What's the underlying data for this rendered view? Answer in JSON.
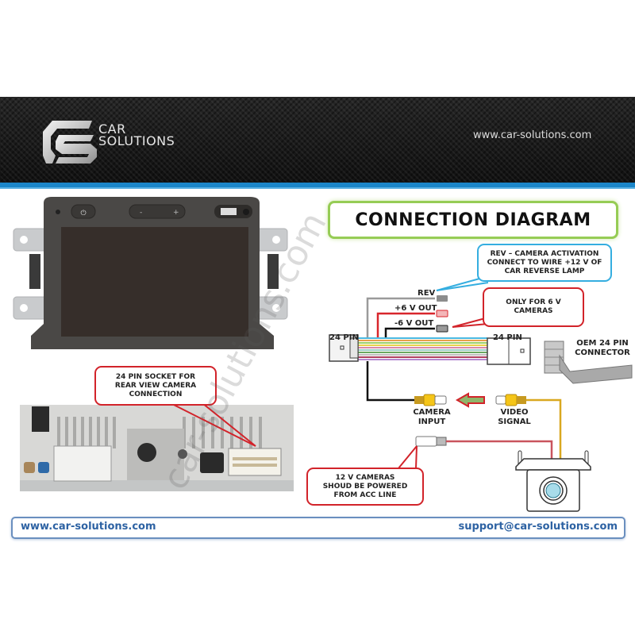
{
  "header": {
    "logo": {
      "line1": "CAR",
      "line2": "SOLUTIONS",
      "mark": "CS"
    },
    "website": "www.car-solutions.com"
  },
  "diagram": {
    "title": "CONNECTION DIAGRAM",
    "callouts": {
      "rev_note": [
        "REV – CAMERA ACTIVATION",
        "CONNECT TO WIRE +12 V OF",
        "CAR REVERSE LAMP"
      ],
      "six_volt_note": [
        "ONLY FOR 6 V",
        "CAMERAS"
      ],
      "twelve_volt_note": [
        "12 V CAMERAS",
        "SHOUD BE POWERED",
        "FROM ACC LINE"
      ],
      "socket_note": [
        "24 PIN SOCKET FOR",
        "REAR VIEW CAMERA",
        "CONNECTION"
      ]
    },
    "wire_labels": {
      "rev": "REV",
      "plus6": "+6 V OUT",
      "minus6": "-6 V OUT"
    },
    "connector_labels": {
      "left": "24 PIN",
      "right": "24 PIN",
      "oem": [
        "OEM 24 PIN",
        "CONNECTOR"
      ]
    },
    "rca_labels": {
      "camera_input": [
        "CAMERA",
        "INPUT"
      ],
      "video_signal": [
        "VIDEO",
        "SIGNAL"
      ]
    },
    "colors": {
      "rev_wire": "#9a9a9a",
      "plus6_wire": "#d8262c",
      "minus6_wire": "#111111",
      "video_wire": "#d9a820",
      "power_wire": "#c9545e",
      "harness": [
        "#4cb8e0",
        "#e8a04a",
        "#9bcf6a",
        "#e8d24a",
        "#d88aa8",
        "#9ed0c8",
        "#6aa860",
        "#c0c0c0",
        "#b04060",
        "#b48ad0"
      ]
    }
  },
  "footer": {
    "website": "www.car-solutions.com",
    "email": "support@car-solutions.com"
  },
  "watermark": "car-solutions.com"
}
